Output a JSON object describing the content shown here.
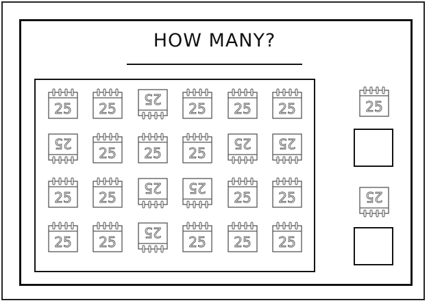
{
  "title": "HOW MANY?",
  "calendar_day": "25",
  "icon": "calendar-icon",
  "grid": {
    "rows": [
      [
        "upright",
        "upright",
        "flipped",
        "upright",
        "upright",
        "upright"
      ],
      [
        "flipped",
        "upright",
        "upright",
        "upright",
        "flipped",
        "flipped"
      ],
      [
        "upright",
        "upright",
        "flipped",
        "flipped",
        "upright",
        "upright"
      ],
      [
        "upright",
        "upright",
        "flipped",
        "upright",
        "upright",
        "upright"
      ]
    ]
  },
  "legend": [
    {
      "orientation": "upright",
      "answer": ""
    },
    {
      "orientation": "flipped",
      "answer": ""
    }
  ],
  "colors": {
    "stroke": "#555555",
    "frame": "#111111"
  }
}
